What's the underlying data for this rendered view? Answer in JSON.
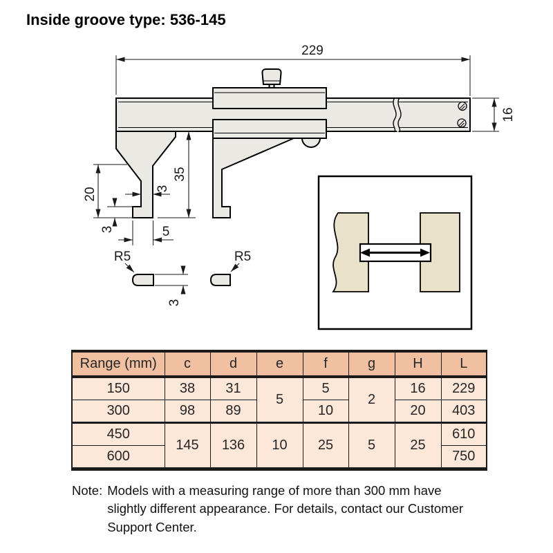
{
  "page": {
    "title": "Inside groove type: 536-145"
  },
  "drawing": {
    "dims": {
      "overall_length": "229",
      "beam_height": "16",
      "jaw_length": "35",
      "jaw_upper_length": "20",
      "foot_height": "3",
      "jaw_thickness": "3",
      "foot_width": "5",
      "radius_left": "R5",
      "radius_right": "R5",
      "tip_thickness": "3"
    }
  },
  "table": {
    "columns": [
      "Range (mm)",
      "c",
      "d",
      "e",
      "f",
      "g",
      "H",
      "L"
    ],
    "rows": [
      {
        "range": "150",
        "c": "38",
        "d": "31",
        "e": "5",
        "f": "5",
        "g": "2",
        "H": "16",
        "L": "229"
      },
      {
        "range": "300",
        "c": "98",
        "d": "89",
        "f": "10",
        "H": "20",
        "L": "403"
      },
      {
        "range": "450",
        "c": "145",
        "d": "136",
        "e": "10",
        "f": "25",
        "g": "5",
        "H": "25",
        "L": "610"
      },
      {
        "range": "600",
        "L": "750"
      }
    ]
  },
  "note": {
    "label": "Note:",
    "text": "Models with a measuring range of more than 300 mm have slightly different appearance. For details, contact our Customer Support Center."
  },
  "colors": {
    "table_header_bg": "#f1c0a1",
    "table_row_bg": "#fce7d9",
    "metal_fill": "#ebe9e3",
    "workpiece_fill": "#e9e2c8"
  }
}
